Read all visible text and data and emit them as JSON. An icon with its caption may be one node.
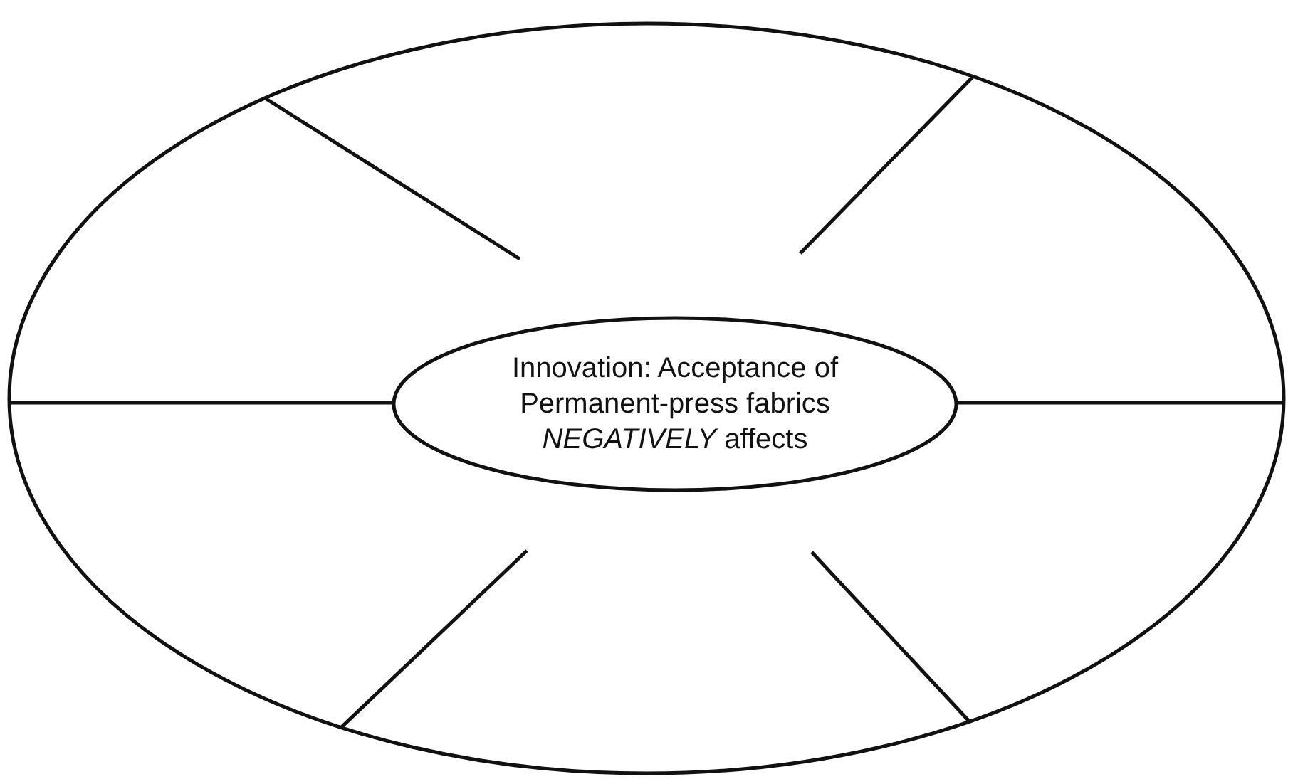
{
  "diagram": {
    "nodes": [
      {
        "text": [],
        "shape": "ellipse"
      },
      {
        "text": [
          "Innovation: Acceptance of Permanent-press fabrics *NEGATIVELY* affects"
        ],
        "in": 0
      }
    ]
  }
}
